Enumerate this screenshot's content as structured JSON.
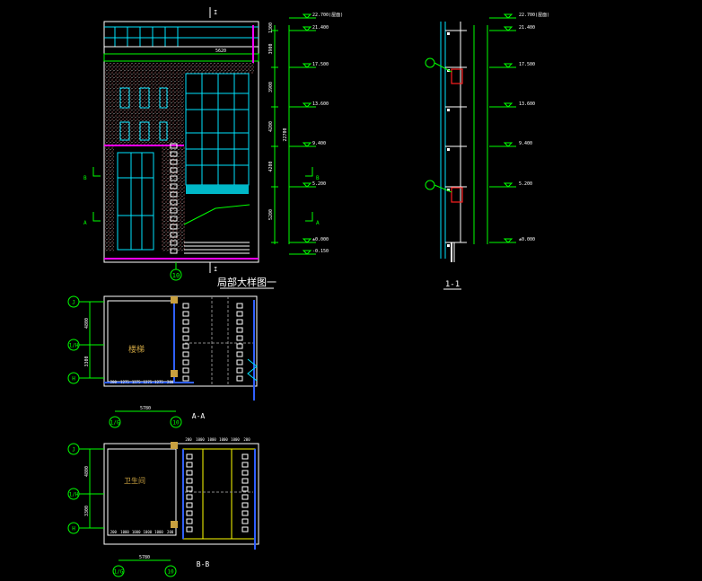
{
  "drawing": {
    "title_main": "局部大样图一",
    "title_section_1": "1-1",
    "title_plan_a": "A-A",
    "title_plan_b": "B-B",
    "section_mark_top": "I",
    "section_mark_bottom": "I",
    "cut_b": "B",
    "cut_a": "A"
  },
  "colors": {
    "background": "#000000",
    "line_white": "#ffffff",
    "line_green": "#00ff00",
    "line_cyan": "#00e5ff",
    "line_magenta": "#ff00ff",
    "line_yellow": "#ffff00",
    "line_red": "#ff2020",
    "line_blue": "#3060ff",
    "line_grey": "#8a8a8a"
  },
  "elevation_levels": [
    {
      "label": "22.700(屋面)"
    },
    {
      "label": "21.400"
    },
    {
      "label": "17.500"
    },
    {
      "label": "13.600"
    },
    {
      "label": "9.400"
    },
    {
      "label": "5.200"
    },
    {
      "label": "±0.000"
    },
    {
      "label": "-0.150"
    }
  ],
  "section_levels": [
    {
      "label": "22.700(屋面)"
    },
    {
      "label": "21.400"
    },
    {
      "label": "17.500"
    },
    {
      "label": "13.600"
    },
    {
      "label": "9.400"
    },
    {
      "label": "5.200"
    },
    {
      "label": "±0.000"
    }
  ],
  "elevation_dims": [
    "1300",
    "3900",
    "3900",
    "4200",
    "4200",
    "5200"
  ],
  "elevation_total": "22700",
  "elevation_top_dim": "5620",
  "elevation_axis": "10",
  "section_markers": [
    "B",
    "A"
  ],
  "plan_a": {
    "axes_left": [
      "J",
      "1/H",
      "H"
    ],
    "axes_bottom": [
      "1/G",
      "10"
    ],
    "room": "楼梯",
    "dims_left": [
      "4800",
      "3300"
    ],
    "dim_bottom": "5780",
    "dims_bottom_small": [
      "200",
      "1275",
      "1275",
      "1275",
      "1275",
      "200"
    ]
  },
  "plan_b": {
    "axes_left": [
      "J",
      "1/H",
      "H"
    ],
    "axes_bottom": [
      "1/G",
      "10"
    ],
    "room": "卫生间",
    "dims_left": [
      "4800",
      "3300"
    ],
    "dim_bottom": "5780",
    "dims_top": [
      "200",
      "1000",
      "1000",
      "1000",
      "1000",
      "200"
    ],
    "dims_bottom_small": [
      "200",
      "1000",
      "1000",
      "1000",
      "1000",
      "200"
    ]
  }
}
